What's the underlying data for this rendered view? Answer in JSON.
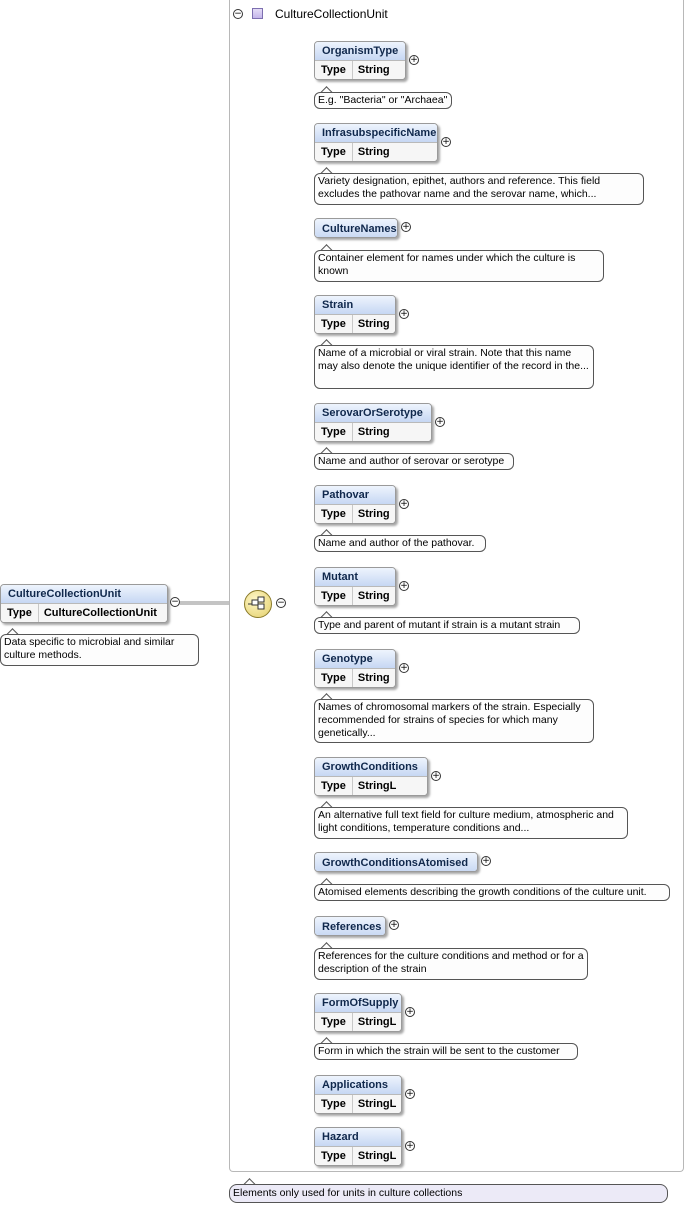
{
  "root": {
    "name": "CultureCollectionUnit",
    "type_key": "Type",
    "type_value": "CultureCollectionUnit",
    "doc": "Data specific to microbial and similar culture methods."
  },
  "group": {
    "title": "CultureCollectionUnit",
    "doc": "Elements only used for units in culture collections"
  },
  "elements": [
    {
      "name": "OrganismType",
      "type": "String",
      "doc": "E.g. \"Bacteria\" or \"Archaea\""
    },
    {
      "name": "InfrasubspecificName",
      "type": "String",
      "doc": "Variety designation, epithet, authors and reference. This field excludes the pathovar name and the serovar name, which..."
    },
    {
      "name": "CultureNames",
      "type": "",
      "doc": "Container element for names under which the culture is known"
    },
    {
      "name": "Strain",
      "type": "String",
      "doc": "Name of a microbial or viral strain. Note that this name may also denote the unique identifier of the record in the..."
    },
    {
      "name": "SerovarOrSerotype",
      "type": "String",
      "doc": "Name and author of serovar or serotype"
    },
    {
      "name": "Pathovar",
      "type": "String",
      "doc": "Name and author of the pathovar."
    },
    {
      "name": "Mutant",
      "type": "String",
      "doc": "Type and parent of mutant if strain is a mutant strain"
    },
    {
      "name": "Genotype",
      "type": "String",
      "doc": "Names of chromosomal markers of the strain. Especially recommended for strains of species for which many genetically..."
    },
    {
      "name": "GrowthConditions",
      "type": "StringL",
      "doc": "An alternative full text field for culture medium, atmospheric and light conditions, temperature conditions and..."
    },
    {
      "name": "GrowthConditionsAtomised",
      "type": "",
      "doc": "Atomised elements describing the growth conditions of the culture unit."
    },
    {
      "name": "References",
      "type": "",
      "doc": "References for the culture conditions and method or for a description of the strain"
    },
    {
      "name": "FormOfSupply",
      "type": "StringL",
      "doc": "Form in which the strain will be sent to the customer"
    },
    {
      "name": "Applications",
      "type": "StringL",
      "doc": ""
    },
    {
      "name": "Hazard",
      "type": "StringL",
      "doc": ""
    }
  ],
  "labels": {
    "type_key": "Type",
    "expand_symbol": "+",
    "collapse_symbol": "−"
  }
}
